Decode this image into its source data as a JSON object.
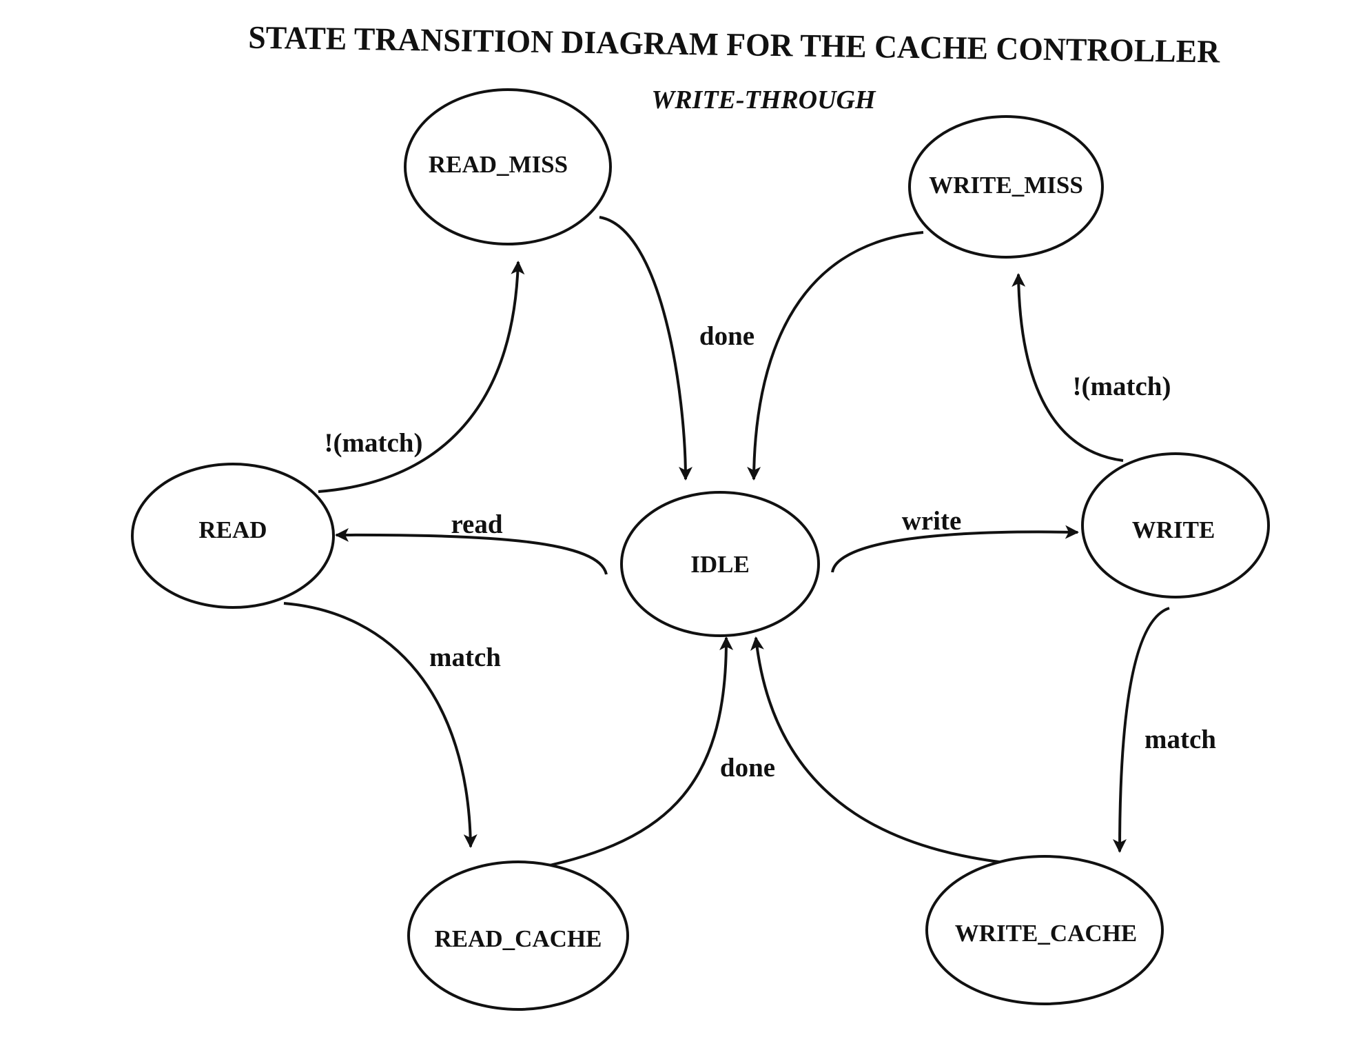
{
  "diagram": {
    "title": "STATE TRANSITION DIAGRAM FOR THE CACHE CONTROLLER",
    "subtitle": "WRITE-THROUGH",
    "states": [
      {
        "id": "read_miss",
        "label": "READ_MISS"
      },
      {
        "id": "write_miss",
        "label": "WRITE_MISS"
      },
      {
        "id": "read",
        "label": "READ"
      },
      {
        "id": "idle",
        "label": "IDLE"
      },
      {
        "id": "write",
        "label": "WRITE"
      },
      {
        "id": "read_cache",
        "label": "READ_CACHE"
      },
      {
        "id": "write_cache",
        "label": "WRITE_CACHE"
      }
    ],
    "transitions": [
      {
        "from": "idle",
        "to": "read",
        "label": "read"
      },
      {
        "from": "idle",
        "to": "write",
        "label": "write"
      },
      {
        "from": "read",
        "to": "read_miss",
        "label": "!(match)"
      },
      {
        "from": "read",
        "to": "read_cache",
        "label": "match"
      },
      {
        "from": "read_miss",
        "to": "idle",
        "label": "done"
      },
      {
        "from": "read_cache",
        "to": "idle",
        "label": "done"
      },
      {
        "from": "write",
        "to": "write_miss",
        "label": "!(match)"
      },
      {
        "from": "write",
        "to": "write_cache",
        "label": "match"
      },
      {
        "from": "write_miss",
        "to": "idle",
        "label": ""
      },
      {
        "from": "write_cache",
        "to": "idle",
        "label": ""
      }
    ],
    "colors": {
      "ink": "#111111",
      "background": "#ffffff"
    }
  }
}
